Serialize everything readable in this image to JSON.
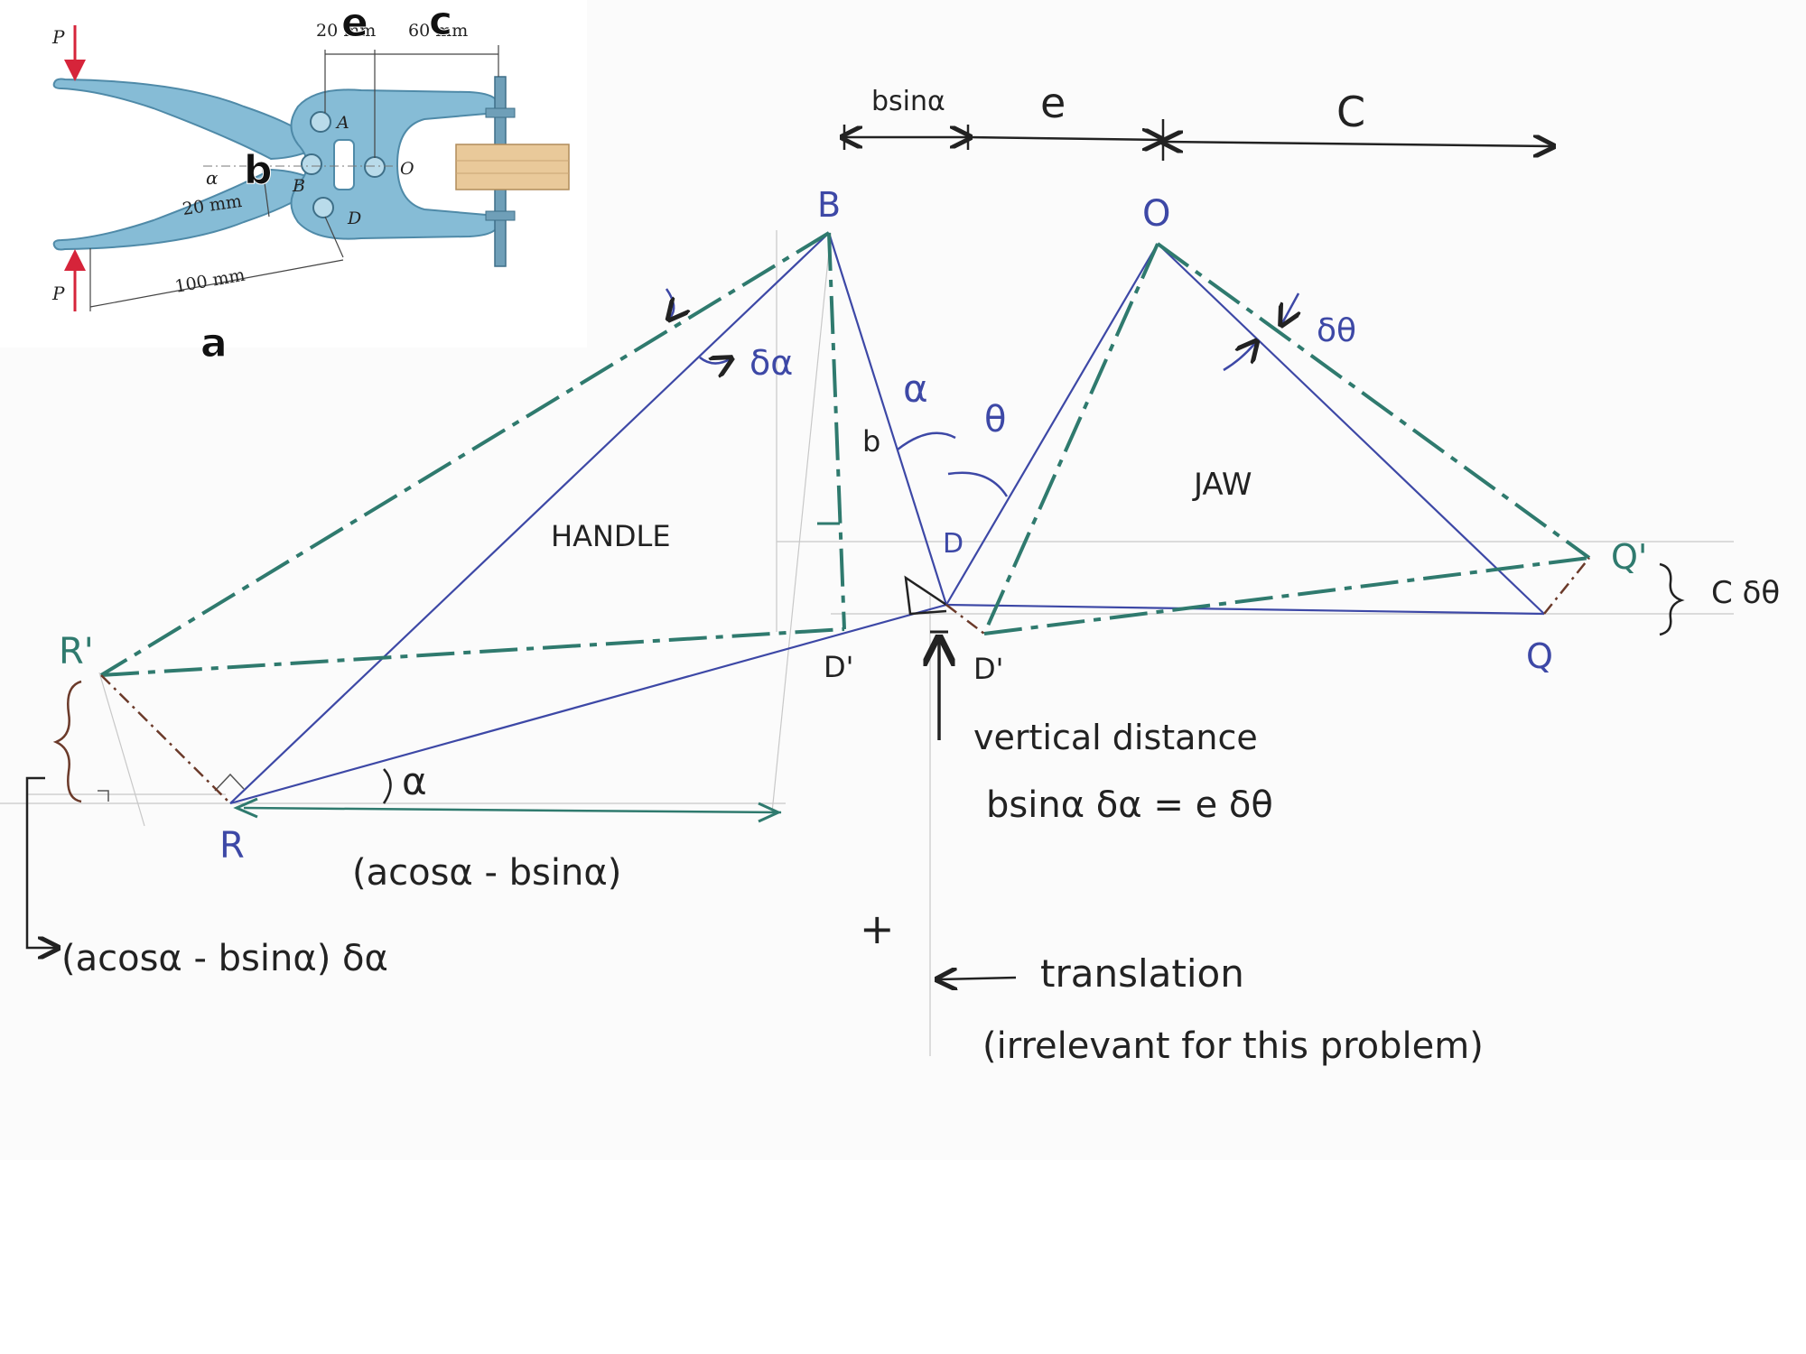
{
  "inset": {
    "dims": {
      "top_left": "20 mm",
      "top_right": "60 mm",
      "left": "20 mm",
      "bottom": "100 mm"
    },
    "pins": {
      "a": "A",
      "b": "B",
      "d": "D",
      "o": "O"
    },
    "force": "P",
    "angle": "α",
    "overlay": {
      "e": "e",
      "c": "c",
      "b": "b",
      "a": "a"
    }
  },
  "dims_top": {
    "bsina": "bsinα",
    "e": "e",
    "c": "C"
  },
  "points": {
    "B": "B",
    "O": "O",
    "D": "D",
    "Dp1": "D'",
    "Dp2": "D'",
    "R": "R",
    "Rp": "R'",
    "Q": "Q",
    "Qp": "Q'"
  },
  "labels": {
    "handle": "HANDLE",
    "jaw": "JAW",
    "b": "b",
    "alpha_top": "α",
    "alpha_bottom": "α",
    "theta": "θ",
    "dalpha": "δα",
    "dtheta": "δθ",
    "c_dtheta": "C δθ",
    "handle_len": "(acosα - bsinα)",
    "handle_disp": "(acosα - bsinα) δα"
  },
  "notes": {
    "vertical1": "vertical distance",
    "vertical2": "bsinα δα = e δθ",
    "plus": "+",
    "translation": "translation",
    "irrelevant": "(irrelevant for this problem)"
  },
  "colors": {
    "ink": "#3d48a6",
    "teal": "#2f7a6e",
    "brown": "#6b3a2a",
    "inset": "#7fb6d1",
    "red": "#d6243a"
  }
}
